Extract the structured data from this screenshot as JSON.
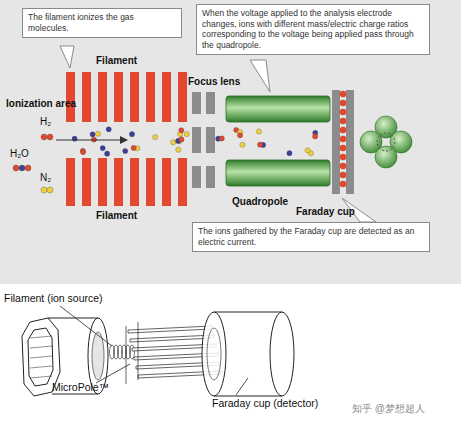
{
  "diagram": {
    "nodes": [
      {
        "text": [
          "The filament ionizes the gas molecules."
        ]
      },
      {
        "text": [
          "When the voltage applied to the analysis electrode changes, ions with different mass/electric charge ratios corresponding to the voltage being applied pass through the quadropole."
        ]
      },
      {
        "text": [
          "The ions gathered by the Faraday cup are detected as an electric current."
        ]
      }
    ],
    "labels": [
      "Filament",
      "Focus lens",
      "Ionization area",
      "H₂",
      "H₂O",
      "N₂",
      "Filament",
      "Quadropole",
      "Faraday cup",
      "Filament (ion source)",
      "MicroPole™",
      "Faraday cup (detector)",
      "知乎 @梦想超人"
    ]
  }
}
